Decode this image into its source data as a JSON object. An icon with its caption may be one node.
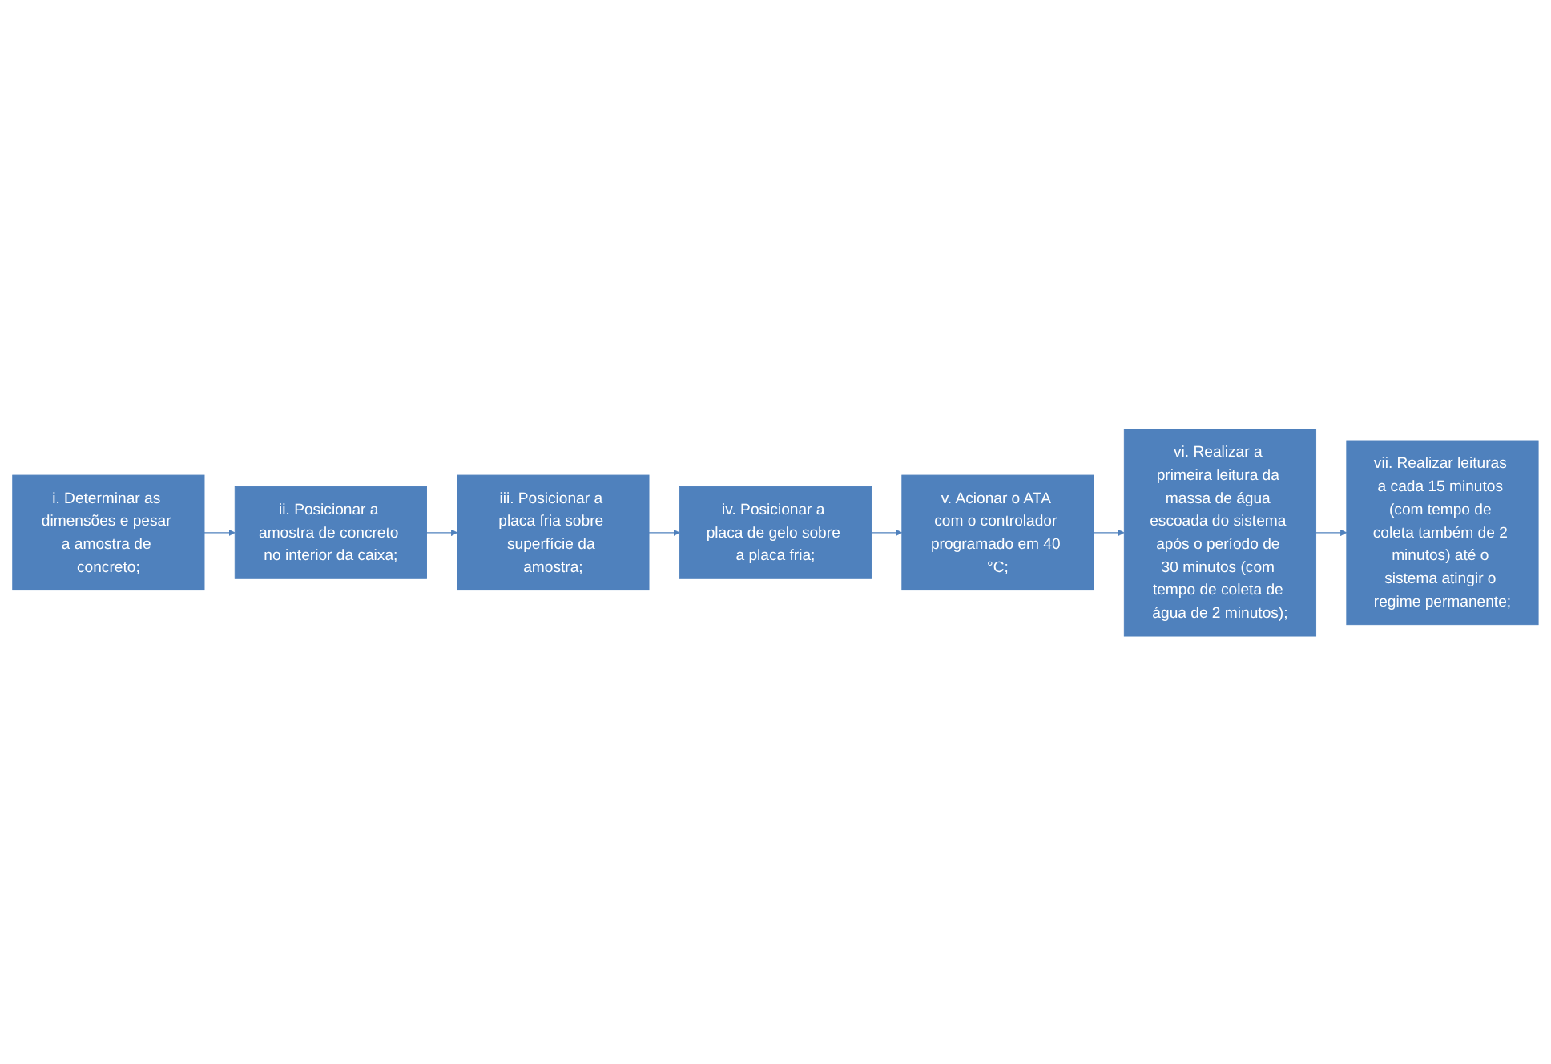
{
  "diagram": {
    "nodes": [
      {
        "text": [
          "i. Determinar as dimensões e pesar a amostra de concreto;"
        ]
      },
      {
        "text": [
          "ii. Posicionar a amostra de concreto no interior da caixa;"
        ]
      },
      {
        "text": [
          "iii. Posicionar a placa fria sobre superfície da amostra;"
        ]
      },
      {
        "text": [
          "iv. Posicionar a placa de gelo sobre a placa fria;"
        ]
      },
      {
        "text": [
          "v. Acionar o ATA com o controlador programado em 40 °C;"
        ]
      },
      {
        "text": [
          "vi. Realizar a primeira leitura da massa de água escoada do sistema após o período de 30 minutos (com tempo de coleta de água de 2 minutos);"
        ]
      },
      {
        "text": [
          "vii. Realizar leituras a cada 15 minutos (com tempo de coleta também de 2 minutos) até o sistema atingir o regime permanente;"
        ]
      }
    ],
    "edges": [
      {
        "from": 0,
        "to": 1,
        "arrow": "to"
      },
      {
        "from": 1,
        "to": 2,
        "arrow": "to"
      },
      {
        "from": 2,
        "to": 3,
        "arrow": "to"
      },
      {
        "from": 3,
        "to": 4,
        "arrow": "to"
      },
      {
        "from": 4,
        "to": 5,
        "arrow": "to"
      },
      {
        "from": 5,
        "to": 6,
        "arrow": "to"
      }
    ]
  }
}
